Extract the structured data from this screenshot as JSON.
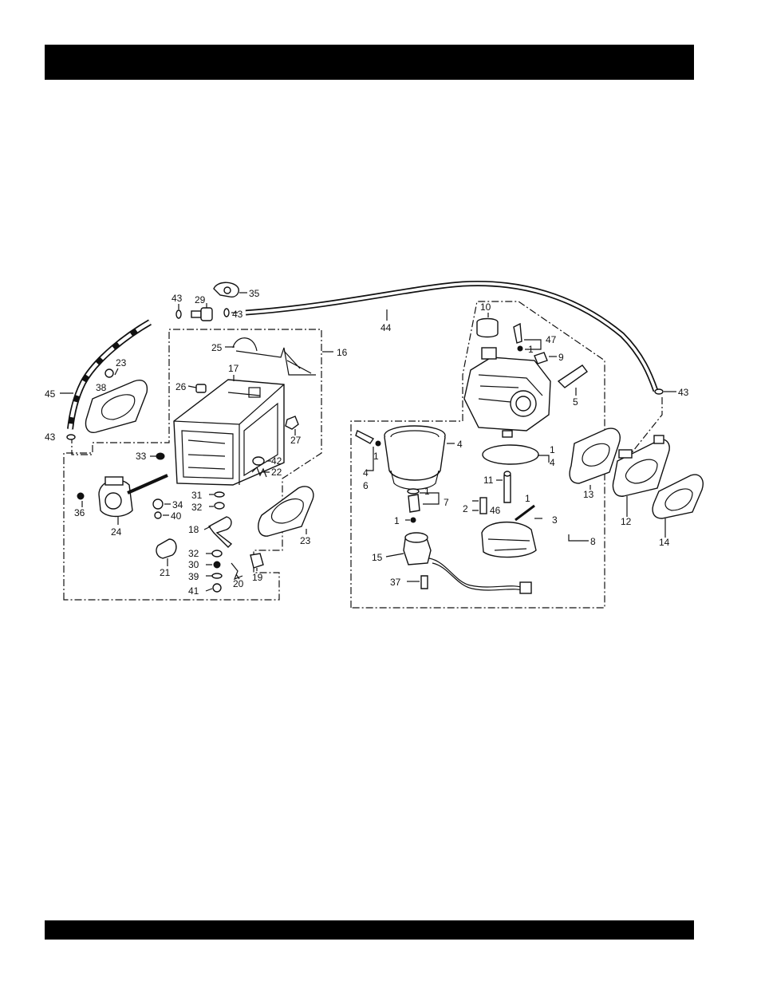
{
  "header_band": {
    "color": "#000000"
  },
  "footer_band": {
    "color": "#000000"
  },
  "diagram": {
    "labels": {
      "p1a": "1",
      "p1b": "1",
      "p1c": "1",
      "p1d": "1",
      "p1e": "1",
      "p1f": "1",
      "p2": "2",
      "p3": "3",
      "p4a": "4",
      "p4b": "4",
      "p4c": "4",
      "p5": "5",
      "p6": "6",
      "p7": "7",
      "p8": "8",
      "p9": "9",
      "p10": "10",
      "p11": "11",
      "p12": "12",
      "p13": "13",
      "p14": "14",
      "p15": "15",
      "p16": "16",
      "p17": "17",
      "p18": "18",
      "p19": "19",
      "p20": "20",
      "p21": "21",
      "p22": "22",
      "p23a": "23",
      "p23b": "23",
      "p24": "24",
      "p25": "25",
      "p26": "26",
      "p27": "27",
      "p29": "29",
      "p30": "30",
      "p31": "31",
      "p32a": "32",
      "p32b": "32",
      "p33": "33",
      "p34": "34",
      "p35": "35",
      "p36": "36",
      "p37": "37",
      "p38": "38",
      "p39": "39",
      "p40": "40",
      "p41": "41",
      "p42": "42",
      "p43a": "43",
      "p43b": "43",
      "p43c": "43",
      "p43d": "43",
      "p44": "44",
      "p45": "45",
      "p46": "46",
      "p47": "47"
    }
  }
}
